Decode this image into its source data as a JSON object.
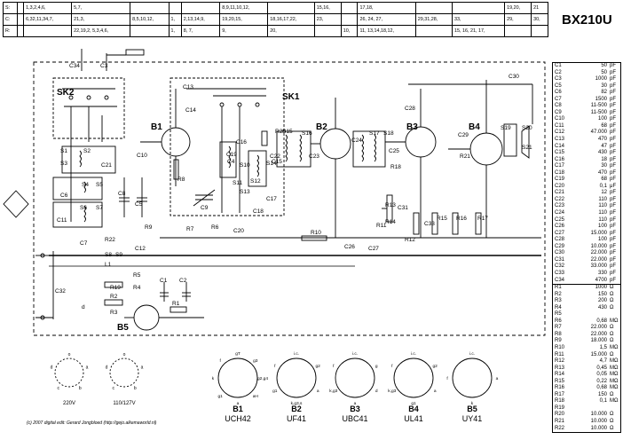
{
  "title": "BX210U",
  "switch_rows": [
    {
      "label": "S:",
      "cells": [
        "",
        "1,3,2,4,6,",
        "5,7,",
        "",
        "",
        "",
        "8,9,11,10,12,",
        "",
        "15,16,",
        "",
        "17,18,",
        "",
        "",
        "19,20,",
        "21"
      ]
    },
    {
      "label": "C:",
      "cells": [
        "",
        "6,32,11,34,7,",
        "21,3,",
        "8,5,10,12,",
        "1,",
        "2,13,14,9,",
        "19,20,15,",
        "18,16,17,22,",
        "23,",
        "",
        "26, 24, 27,",
        "29,31,28,",
        "33,",
        "29,",
        "30,"
      ]
    },
    {
      "label": "R:",
      "cells": [
        "",
        "",
        "22,19,2, 5,3,4,6,",
        "",
        "1,",
        "8, 7,",
        "9,",
        "20,",
        "",
        "10,",
        "11, 13,14,18,12,",
        "",
        "15, 16, 21, 17,",
        "",
        ""
      ]
    }
  ],
  "labels": {
    "sk1": "SK1",
    "sk2": "SK2",
    "b1": "B1",
    "b2": "B2",
    "b3": "B3",
    "b4": "B4",
    "b5": "B5",
    "c1": "C1",
    "c2": "C2",
    "c3": "C3",
    "c4": "C4",
    "c5": "C5",
    "c6": "C6",
    "c7": "C7",
    "c8": "C8",
    "c9": "C9",
    "c10": "C10",
    "c11": "C11",
    "c12": "C12",
    "c13": "C13",
    "c14": "C14",
    "c15": "C15",
    "c16": "C16",
    "c17": "C17",
    "c18": "C18",
    "c19": "C19",
    "c20": "C20",
    "c21": "C21",
    "c22": "C22",
    "c23": "C23",
    "c24": "C24",
    "c25": "C25",
    "c26": "C26",
    "c27": "C27",
    "c28": "C28",
    "c29": "C29",
    "c30": "C30",
    "c31": "C31",
    "c32": "C32",
    "c33": "C33",
    "c34": "C34",
    "r1": "R1",
    "r2": "R2",
    "r3": "R3",
    "r4": "R4",
    "r5": "R5",
    "r6": "R6",
    "r7": "R7",
    "r8": "R8",
    "r9": "R9",
    "r10": "R10",
    "r11": "R11",
    "r12": "R12",
    "r13": "R13",
    "r14": "R14",
    "r15": "R15",
    "r16": "R16",
    "r17": "R17",
    "r18": "R18",
    "r19": "R19",
    "r20": "R20",
    "r21": "R21",
    "r22": "R22",
    "s1": "S1",
    "s2": "S2",
    "s3": "S3",
    "s4": "S4",
    "s5": "S5",
    "s6": "S6",
    "s7": "S7",
    "s8": "S8",
    "s9": "S9",
    "s10": "S10",
    "s11": "S11",
    "s12": "S12",
    "s13": "S13",
    "s14": "S14",
    "s15": "S15",
    "s16": "S16",
    "s17": "S17",
    "s18": "S18",
    "s19": "S19",
    "s20": "S20",
    "s21": "S21",
    "l1": "L1",
    "d": "d"
  },
  "tubes": [
    {
      "name": "B1",
      "type": "UCH42",
      "pins": [
        "gT",
        "g3",
        "g2,g4",
        "aH",
        "a",
        "g1",
        "k",
        "f"
      ]
    },
    {
      "name": "B2",
      "type": "UF41",
      "pins": [
        "i.c.",
        "g2",
        "a",
        "k,g3,s",
        "g1",
        "f"
      ]
    },
    {
      "name": "B3",
      "type": "UBC41",
      "pins": [
        "i.c.",
        "g",
        "d",
        "a",
        "k,g3",
        "f"
      ]
    },
    {
      "name": "B4",
      "type": "UL41",
      "pins": [
        "i.c.",
        "g2",
        "a",
        "g1",
        "k,g3",
        "f"
      ]
    },
    {
      "name": "B5",
      "type": "UY41",
      "pins": [
        "i.c.",
        "a",
        "k",
        "f"
      ]
    }
  ],
  "voltage_switch": [
    {
      "label": "220V",
      "pins": [
        "o",
        "a",
        "b",
        "c",
        "d"
      ]
    },
    {
      "label": "110/127V",
      "pins": [
        "o",
        "a",
        "b",
        "c",
        "d"
      ]
    }
  ],
  "parts_caps": [
    [
      "C1",
      "50",
      "pF"
    ],
    [
      "C2",
      "50",
      "pF"
    ],
    [
      "C3",
      "1000",
      "pF"
    ],
    [
      "C5",
      "30",
      "pF"
    ],
    [
      "C6",
      "82",
      "pF"
    ],
    [
      "C7",
      "1500",
      "pF"
    ],
    [
      "C8",
      "11-500",
      "pF"
    ],
    [
      "C9",
      "11-500",
      "pF"
    ],
    [
      "C10",
      "100",
      "pF"
    ],
    [
      "C11",
      "68",
      "pF"
    ],
    [
      "C12",
      "47.000",
      "pF"
    ],
    [
      "C13",
      "470",
      "pF"
    ],
    [
      "C14",
      "47",
      "pF"
    ],
    [
      "C15",
      "430",
      "pF"
    ],
    [
      "C16",
      "18",
      "pF"
    ],
    [
      "C17",
      "30",
      "pF"
    ],
    [
      "C18",
      "470",
      "pF"
    ],
    [
      "C19",
      "68",
      "pF"
    ],
    [
      "C20",
      "0,1",
      "μF"
    ],
    [
      "C21",
      "12",
      "pF"
    ],
    [
      "C22",
      "110",
      "pF"
    ],
    [
      "C23",
      "110",
      "pF"
    ],
    [
      "C24",
      "110",
      "pF"
    ],
    [
      "C25",
      "110",
      "pF"
    ],
    [
      "C26",
      "100",
      "pF"
    ],
    [
      "C27",
      "15.000",
      "pF"
    ],
    [
      "C28",
      "100",
      "pF"
    ],
    [
      "C29",
      "10.000",
      "pF"
    ],
    [
      "C30",
      "22.000",
      "pF"
    ],
    [
      "C31",
      "22.000",
      "pF"
    ],
    [
      "C32",
      "33.000",
      "pF"
    ],
    [
      "C33",
      "330",
      "pF"
    ],
    [
      "C34",
      "4700",
      "pF"
    ]
  ],
  "parts_res": [
    [
      "R1",
      "1000",
      "Ω"
    ],
    [
      "R2",
      "150",
      "Ω"
    ],
    [
      "R3",
      "200",
      "Ω"
    ],
    [
      "R4",
      "430",
      "Ω"
    ],
    [
      "R5",
      "",
      ""
    ],
    [
      "R6",
      "0,68",
      "MΩ"
    ],
    [
      "R7",
      "22.000",
      "Ω"
    ],
    [
      "R8",
      "22.000",
      "Ω"
    ],
    [
      "R9",
      "18.000",
      "Ω"
    ],
    [
      "R10",
      "1,5",
      "MΩ"
    ],
    [
      "R11",
      "15.000",
      "Ω"
    ],
    [
      "R12",
      "4,7",
      "MΩ"
    ],
    [
      "R13",
      "0,45",
      "MΩ"
    ],
    [
      "R14",
      "0,05",
      "MΩ"
    ],
    [
      "R15",
      "0,22",
      "MΩ"
    ],
    [
      "R16",
      "0,68",
      "MΩ"
    ],
    [
      "R17",
      "150",
      "Ω"
    ],
    [
      "R18",
      "0,1",
      "MΩ"
    ],
    [
      "R19",
      "",
      ""
    ],
    [
      "R20",
      "10.000",
      "Ω"
    ],
    [
      "R21",
      "10.000",
      "Ω"
    ],
    [
      "R22",
      "10.000",
      "Ω"
    ]
  ],
  "copyright": "(c) 2007 digital edit: Gerard Jongbloed (http://gejo.alkemaworld.nl)"
}
